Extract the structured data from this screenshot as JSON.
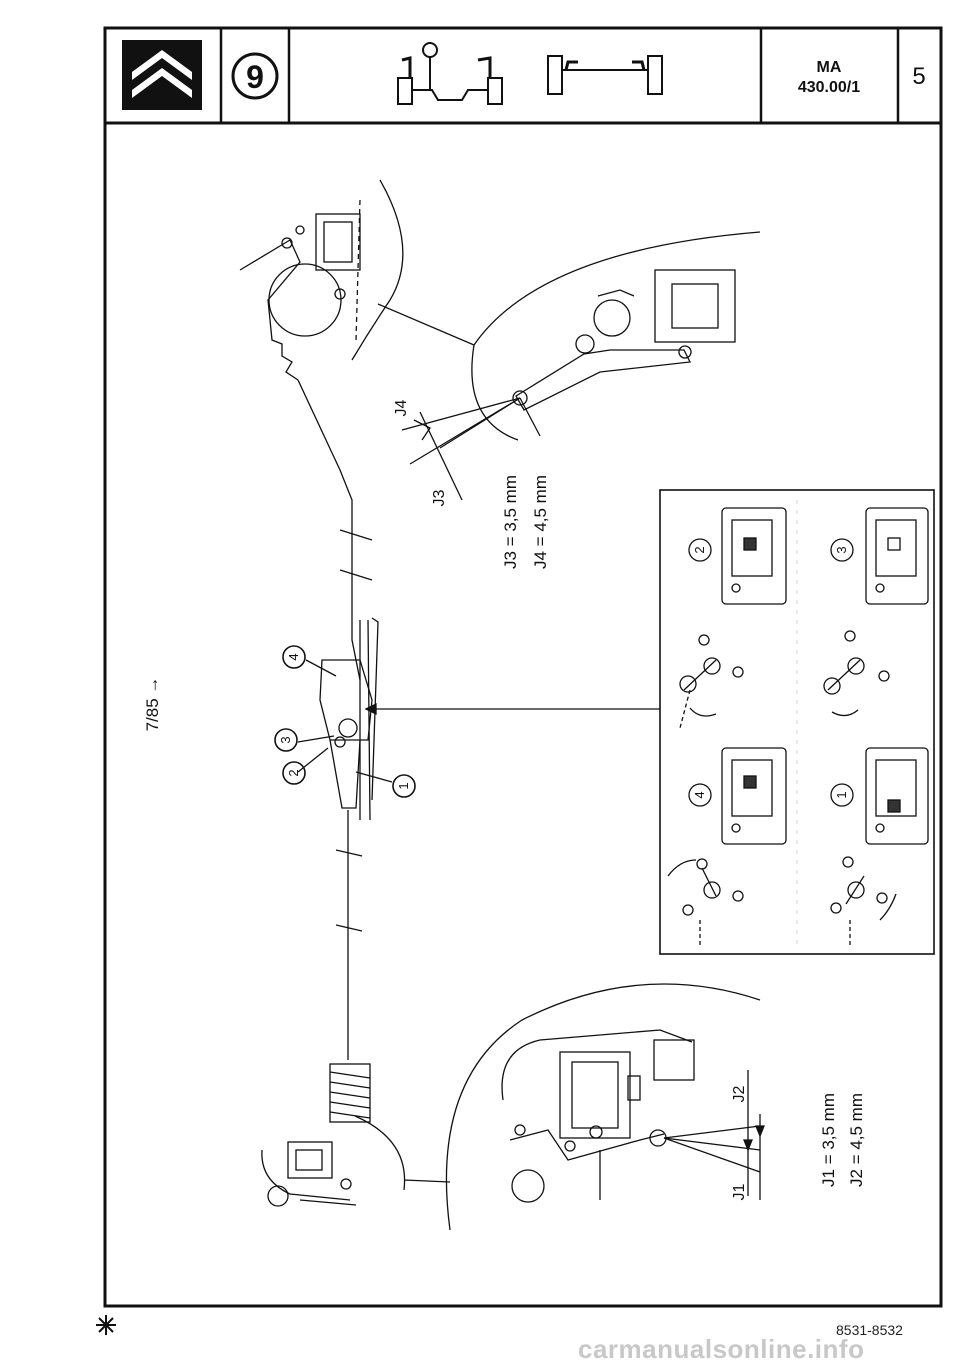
{
  "header": {
    "chapter_number": "9",
    "doc_code_line1": "MA",
    "doc_code_line2": "430.00/1",
    "page_number": "5"
  },
  "diagram": {
    "date_note": "7/85 →",
    "rear_clearances": {
      "j3_label": "J3",
      "j4_label": "J4",
      "j3_spec": "J3  =  3,5 mm",
      "j4_spec": "J4  =  4,5 mm"
    },
    "front_clearances": {
      "j1_label": "J1",
      "j2_label": "J2",
      "j1_spec": "J1  =  3,5 mm",
      "j2_spec": "J2  =  4,5 mm"
    },
    "callouts": [
      "1",
      "2",
      "3",
      "4"
    ],
    "inset_callouts": [
      "1",
      "2",
      "3",
      "4"
    ]
  },
  "footer": {
    "ref_code": "8531-8532",
    "watermark": "carmanualsonline.info"
  }
}
